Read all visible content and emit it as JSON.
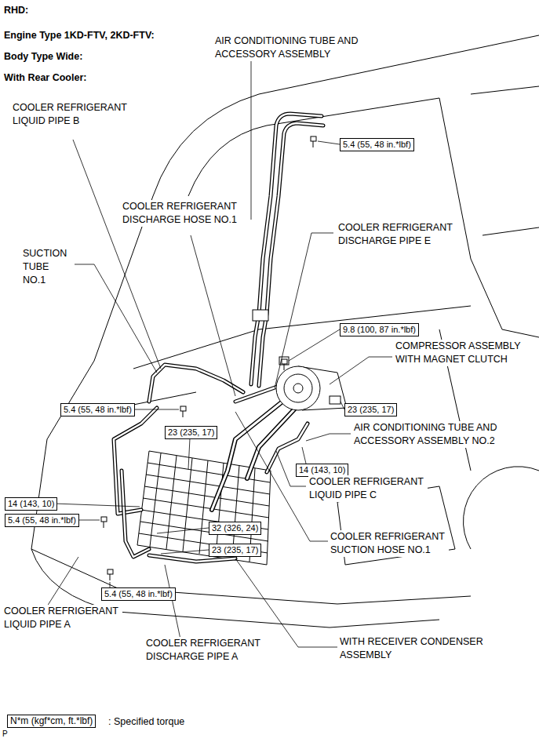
{
  "diagram": {
    "nodes": [
      {
        "text": [
          "5.4 (55, 48 in.*lbf)"
        ]
      },
      {
        "text": [
          "9.8 (100, 87 in.*lbf)"
        ]
      },
      {
        "text": [
          "5.4 (55, 48 in.*lbf)"
        ]
      },
      {
        "text": [
          "23 (235, 17)"
        ]
      },
      {
        "text": [
          "23 (235, 17)"
        ]
      },
      {
        "text": [
          "14 (143, 10)"
        ]
      },
      {
        "text": [
          "14 (143, 10)"
        ]
      },
      {
        "text": [
          "5.4 (55, 48 in.*lbf)"
        ]
      },
      {
        "text": [
          "32 (326, 24)"
        ]
      },
      {
        "text": [
          "23 (235, 17)"
        ]
      },
      {
        "text": [
          "5.4 (55, 48 in.*lbf)"
        ]
      },
      {
        "text": [
          "N*m (kgf*cm, ft.*lbf)"
        ]
      }
    ],
    "labels": [
      "RHD:",
      "Engine Type 1KD-FTV, 2KD-FTV:",
      "Body Type Wide:",
      "With Rear Cooler:",
      "AIR CONDITIONING TUBE AND ACCESSORY ASSEMBLY",
      "COOLER REFRIGERANT LIQUID PIPE B",
      "COOLER REFRIGERANT DISCHARGE HOSE NO.1",
      "COOLER REFRIGERANT DISCHARGE PIPE E",
      "SUCTION TUBE NO.1",
      "COMPRESSOR ASSEMBLY WITH MAGNET CLUTCH",
      "AIR CONDITIONING TUBE AND ACCESSORY ASSEMBLY NO.2",
      "COOLER REFRIGERANT LIQUID PIPE C",
      "COOLER REFRIGERANT SUCTION HOSE NO.1",
      "COOLER REFRIGERANT LIQUID PIPE A",
      "COOLER REFRIGERANT DISCHARGE PIPE A",
      "WITH RECEIVER CONDENSER ASSEMBLY",
      ": Specified torque",
      "P"
    ]
  }
}
